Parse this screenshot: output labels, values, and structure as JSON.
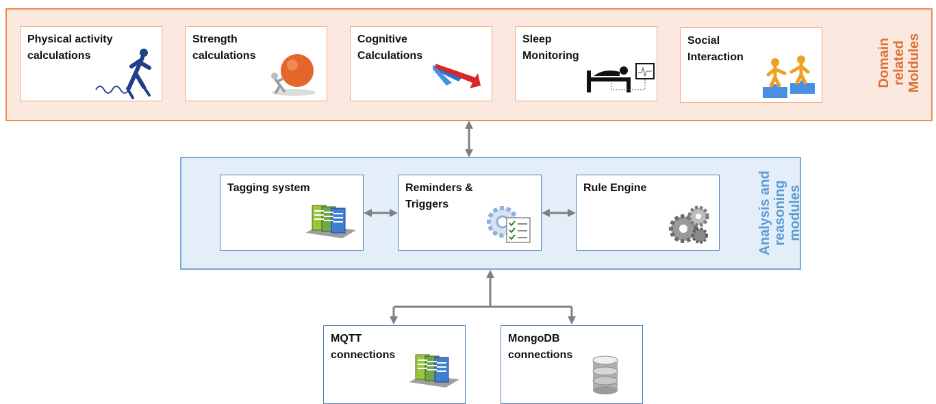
{
  "domain_modules": {
    "panel_label": "Domain\nrelated\nMoldules",
    "items": [
      {
        "label": "Physical activity\ncalculations",
        "icon": "running-person-icon"
      },
      {
        "label": "Strength\ncalculations",
        "icon": "pushing-ball-icon"
      },
      {
        "label": "Cognitive\nCalculations",
        "icon": "diverging-arrows-icon"
      },
      {
        "label": "Sleep\nMonitoring",
        "icon": "sleeping-monitor-icon"
      },
      {
        "label": "Social\nInteraction",
        "icon": "puzzle-people-icon"
      }
    ]
  },
  "analysis_modules": {
    "panel_label": "Analysis and\nreasoning\nmodules",
    "items": [
      {
        "label": "Tagging system",
        "icon": "documents-icon"
      },
      {
        "label": "Reminders &\nTriggers",
        "icon": "gear-checklist-icon"
      },
      {
        "label": "Rule Engine",
        "icon": "gears-icon"
      }
    ]
  },
  "connection_modules": {
    "items": [
      {
        "label": "MQTT\nconnections",
        "icon": "documents-icon"
      },
      {
        "label": "MongoDB\nconnections",
        "icon": "database-icon"
      }
    ]
  },
  "colors": {
    "domain_border": "#ed8a52",
    "domain_fill": "#fbe9e0",
    "analysis_border": "#7aa7d8",
    "analysis_fill": "#e4eef8",
    "connector": "#808080"
  }
}
